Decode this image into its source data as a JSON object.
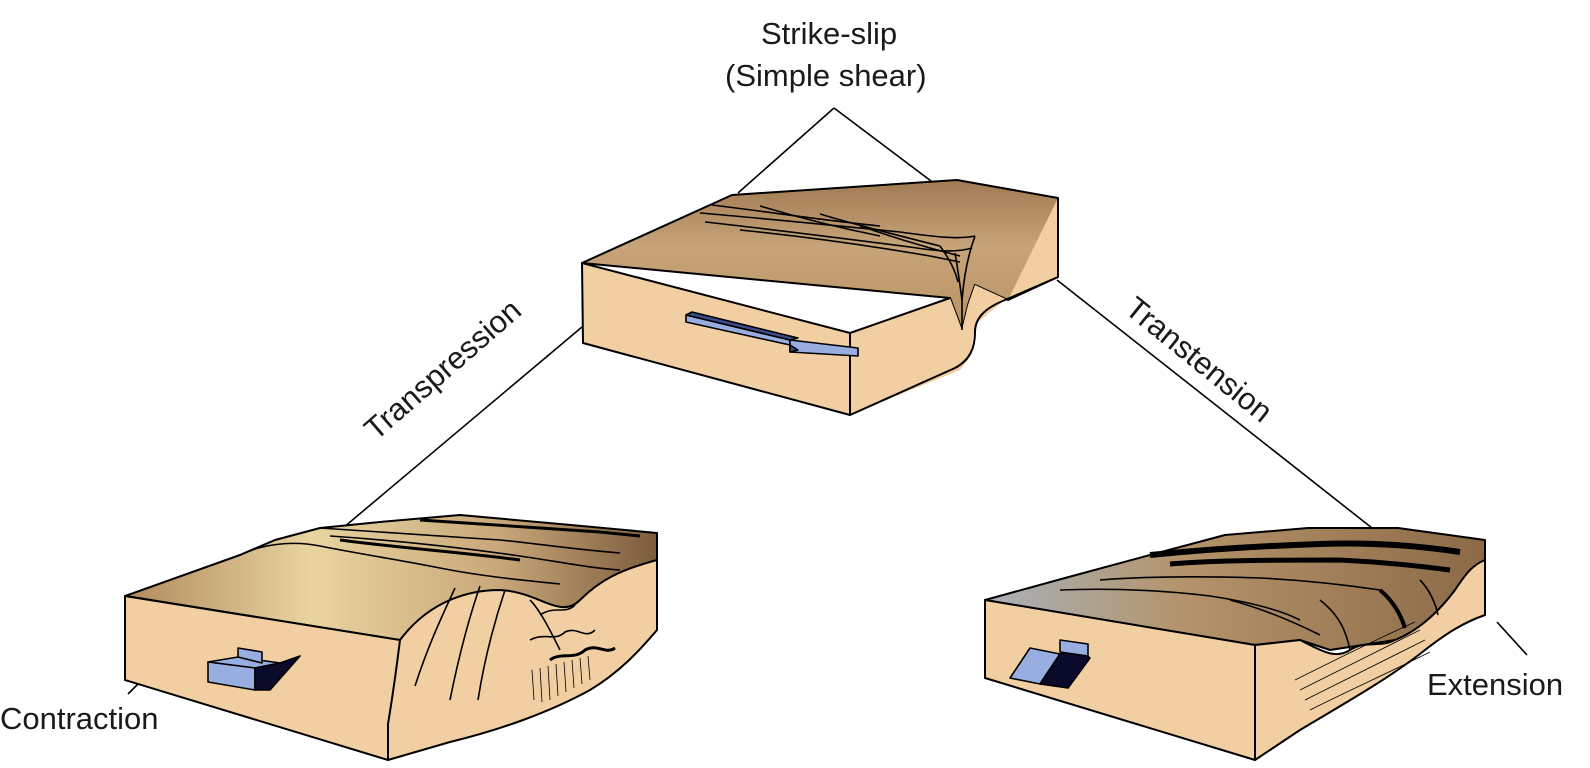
{
  "labels": {
    "top_line1": "Strike-slip",
    "top_line2": "(Simple shear)",
    "left_edge": "Transpression",
    "right_edge": "Transtension",
    "bottom_left": "Contraction",
    "bottom_right": "Extension"
  },
  "colors": {
    "block_side": "#f2cfa3",
    "block_top": "#c4a072",
    "block_top_dark": "#8f6a46",
    "arrow_fill": "#99aee0",
    "outline": "#000000"
  }
}
